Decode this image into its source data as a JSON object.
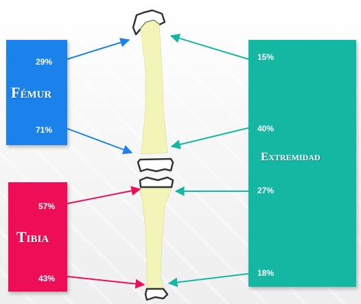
{
  "colors": {
    "femur": "#1a82ea",
    "tibia": "#ee0e57",
    "extremidad": "#14b7a2",
    "bone_fill": "#f3f5b8",
    "joint_fill": "#ffffff",
    "outline": "#333333"
  },
  "femur": {
    "title": "Fémur",
    "top_pct": "29%",
    "bottom_pct": "71%"
  },
  "tibia": {
    "title": "Tibia",
    "top_pct": "57%",
    "bottom_pct": "43%"
  },
  "extremidad": {
    "title": "Extremidad",
    "pct_1": "15%",
    "pct_2": "40%",
    "pct_3": "27%",
    "pct_4": "18%"
  }
}
